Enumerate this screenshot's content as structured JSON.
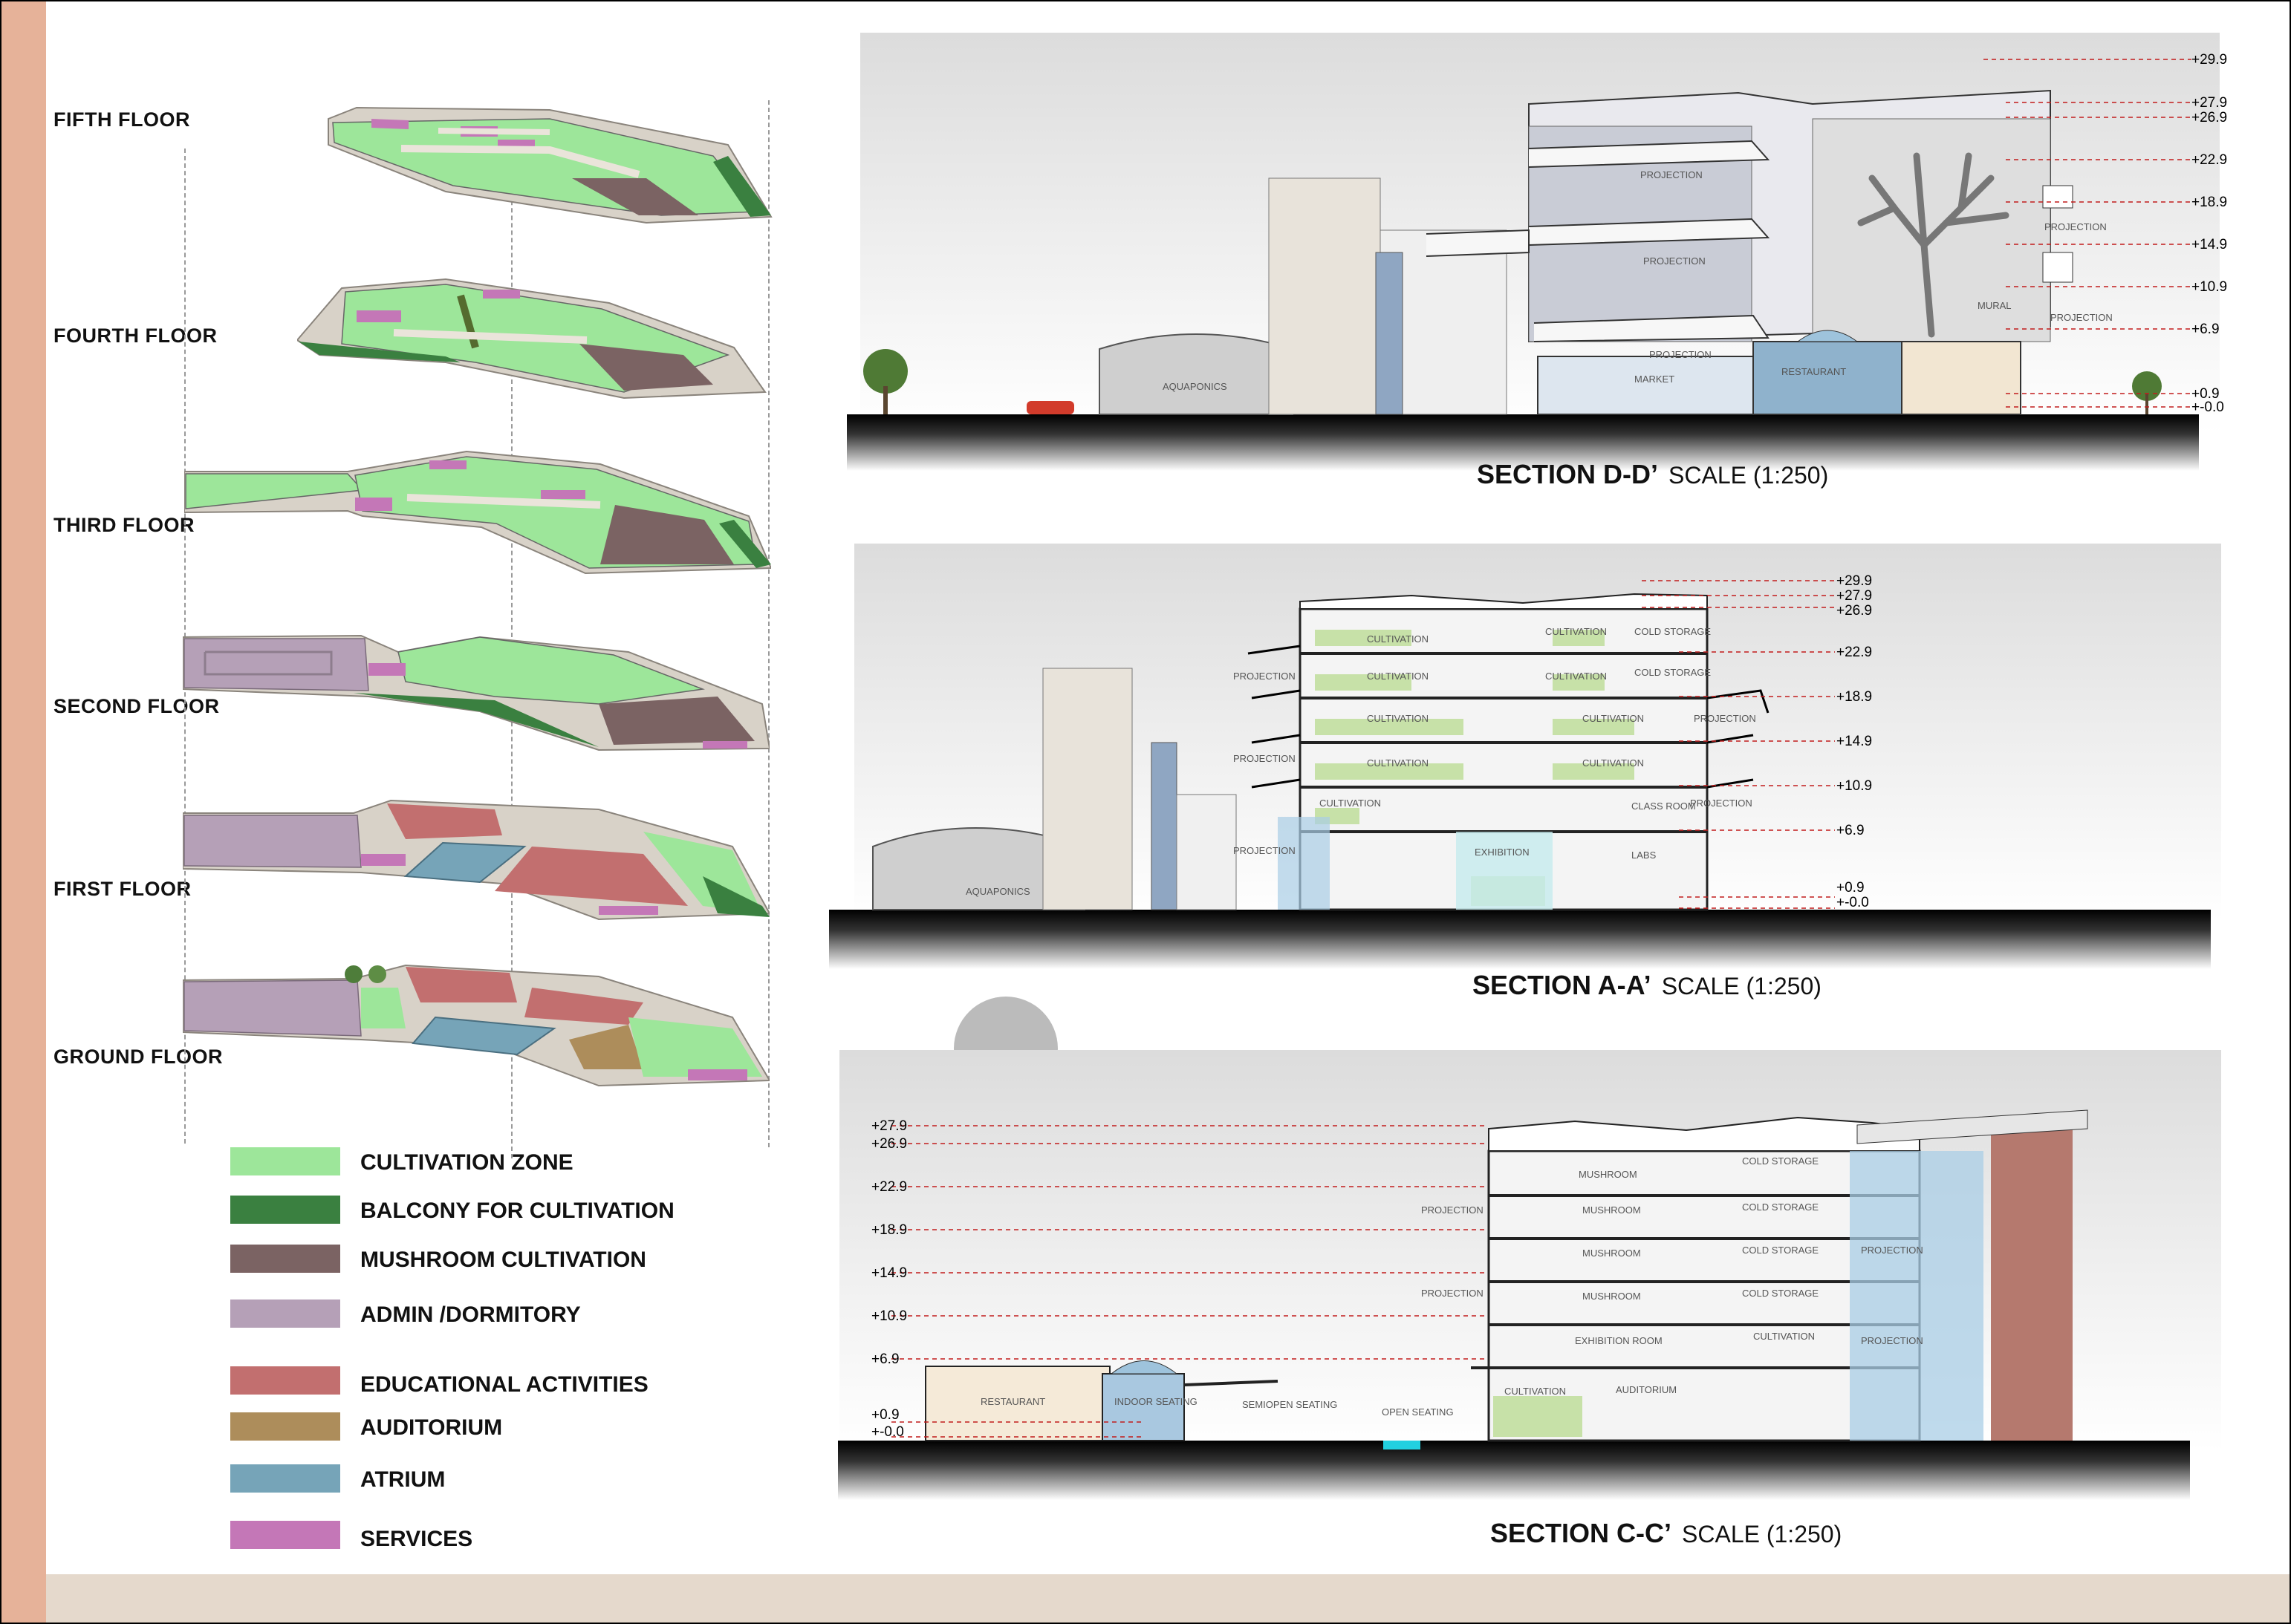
{
  "colors": {
    "cultivation": "#9de69a",
    "balcony": "#3a8040",
    "mushroom": "#7b6363",
    "admin": "#b5a0b7",
    "educational": "#c26f6f",
    "auditorium": "#ad8d5b",
    "atrium": "#76a4b8",
    "services": "#c477b7",
    "strip": "#e6b299",
    "footer": "#e5d9cc"
  },
  "floors": [
    {
      "label": "FIFTH FLOOR"
    },
    {
      "label": "FOURTH FLOOR"
    },
    {
      "label": "THIRD FLOOR"
    },
    {
      "label": "SECOND FLOOR"
    },
    {
      "label": "FIRST FLOOR"
    },
    {
      "label": "GROUND FLOOR"
    }
  ],
  "legend": [
    {
      "label": "CULTIVATION ZONE"
    },
    {
      "label": "BALCONY FOR CULTIVATION"
    },
    {
      "label": "MUSHROOM CULTIVATION"
    },
    {
      "label": "ADMIN /DORMITORY"
    },
    {
      "label": "EDUCATIONAL ACTIVITIES"
    },
    {
      "label": "AUDITORIUM"
    },
    {
      "label": "ATRIUM"
    },
    {
      "label": "SERVICES"
    }
  ],
  "sections": {
    "dd": {
      "title": "SECTION D-D’",
      "scale": "SCALE (1:250)",
      "levels": [
        "+29.9",
        "+27.9",
        "+26.9",
        "+22.9",
        "+18.9",
        "+14.9",
        "+10.9",
        "+6.9",
        "+0.9",
        "+-0.0"
      ],
      "labels": [
        "PROJECTION",
        "PROJECTION",
        "PROJECTION",
        "MARKET",
        "RESTAURANT",
        "AQUAPONICS",
        "MURAL",
        "PROJECTION",
        "PROJECTION"
      ]
    },
    "aa": {
      "title": "SECTION A-A’",
      "scale": "SCALE (1:250)",
      "levels": [
        "+29.9",
        "+27.9",
        "+26.9",
        "+22.9",
        "+18.9",
        "+14.9",
        "+10.9",
        "+6.9",
        "+0.9",
        "+-0.0"
      ],
      "labels": [
        "CULTIVATION",
        "CULTIVATION",
        "COLD STORAGE",
        "PROJECTION",
        "CULTIVATION",
        "CULTIVATION",
        "COLD STORAGE",
        "CULTIVATION",
        "CULTIVATION",
        "PROJECTION",
        "PROJECTION",
        "CULTIVATION",
        "CULTIVATION",
        "PROJECTION",
        "CULTIVATION",
        "CLASS ROOM",
        "PROJECTION",
        "EXHIBITION",
        "LABS",
        "AQUAPONICS"
      ]
    },
    "cc": {
      "title": "SECTION C-C’",
      "scale": "SCALE (1:250)",
      "levels": [
        "+27.9",
        "+26.9",
        "+22.9",
        "+18.9",
        "+14.9",
        "+10.9",
        "+6.9",
        "+0.9",
        "+-0.0"
      ],
      "labels": [
        "MUSHROOM",
        "COLD STORAGE",
        "PROJECTION",
        "MUSHROOM",
        "COLD STORAGE",
        "MUSHROOM",
        "COLD STORAGE",
        "PROJECTION",
        "PROJECTION",
        "MUSHROOM",
        "COLD STORAGE",
        "PROJECTION",
        "EXHIBITION ROOM",
        "CULTIVATION",
        "CULTIVATION",
        "AUDITORIUM",
        "RESTAURANT",
        "INDOOR SEATING",
        "SEMIOPEN SEATING",
        "OPEN SEATING"
      ]
    }
  }
}
